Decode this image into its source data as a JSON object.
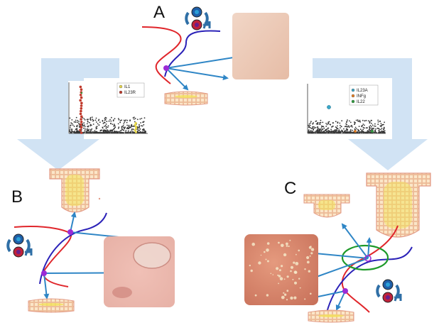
{
  "panels": {
    "a": {
      "letter": "A"
    },
    "b": {
      "letter": "B"
    },
    "c": {
      "letter": "C"
    }
  },
  "manhattan_left": {
    "legend": [
      {
        "label": "IL1",
        "color": "#e8d84a"
      },
      {
        "label": "IL23R",
        "color": "#c0392b"
      }
    ]
  },
  "manhattan_right": {
    "legend": [
      {
        "label": "IL23A",
        "color": "#3aa7c9"
      },
      {
        "label": "INFg",
        "color": "#e67e22"
      },
      {
        "label": "IL22",
        "color": "#2e9e3e"
      }
    ]
  },
  "colors": {
    "arrow_panel": "#cfe1f3",
    "pointer": "#2f86c6",
    "curve_red": "#e0262b",
    "curve_blue": "#2b22b8",
    "node": "#9b2bd6",
    "ellipse": "#1e9a2a"
  }
}
